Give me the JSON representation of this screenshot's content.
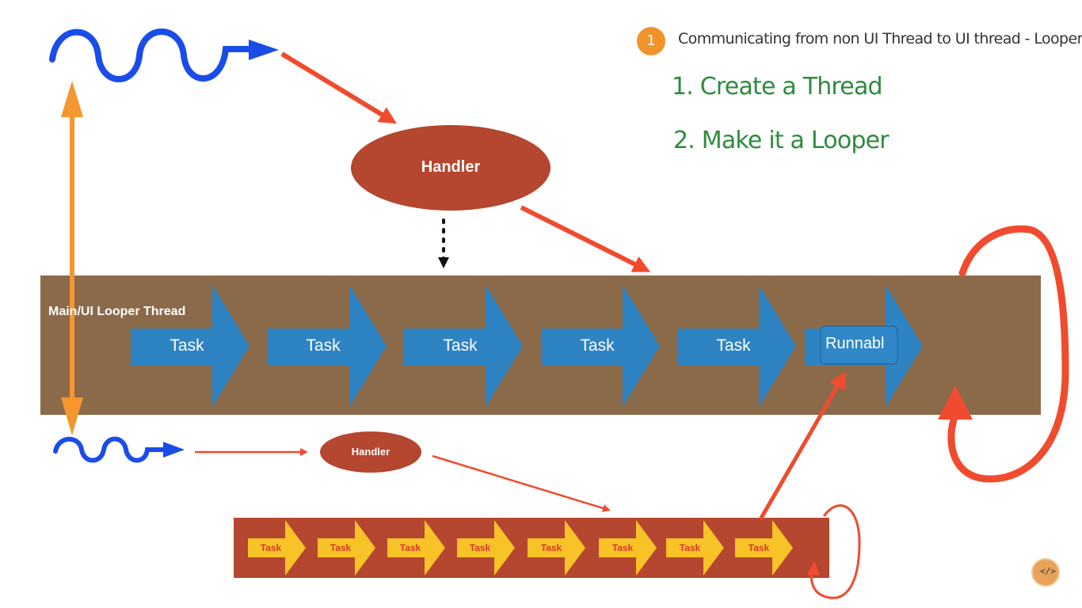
{
  "header": {
    "step_badge": "1",
    "title": "Communicating from non UI Thread to UI thread - Looper"
  },
  "steps": [
    "1. Create a Thread",
    "2. Make it a Looper"
  ],
  "main_thread": {
    "label": "Main/UI Looper Thread",
    "tasks": [
      "Task",
      "Task",
      "Task",
      "Task",
      "Task"
    ],
    "runnable_label": "Runnabl"
  },
  "handlers": {
    "main": "Handler",
    "secondary": "Handler"
  },
  "worker_thread": {
    "tasks": [
      "Task",
      "Task",
      "Task",
      "Task",
      "Task",
      "Task",
      "Task",
      "Task"
    ]
  },
  "icons": {
    "logo": "code-head-logo-icon"
  },
  "colors": {
    "looper_band": "#8b6a4a",
    "worker_band": "#b5462f",
    "task_arrow": "#2e83c2",
    "small_task_arrow": "#f7c327",
    "handler": "#b5462f",
    "wave": "#1a4de8",
    "flow_arrow": "#f04b2e",
    "link_arrow": "#f5962e",
    "step_text": "#2e8b3e",
    "badge": "#f0932b"
  }
}
